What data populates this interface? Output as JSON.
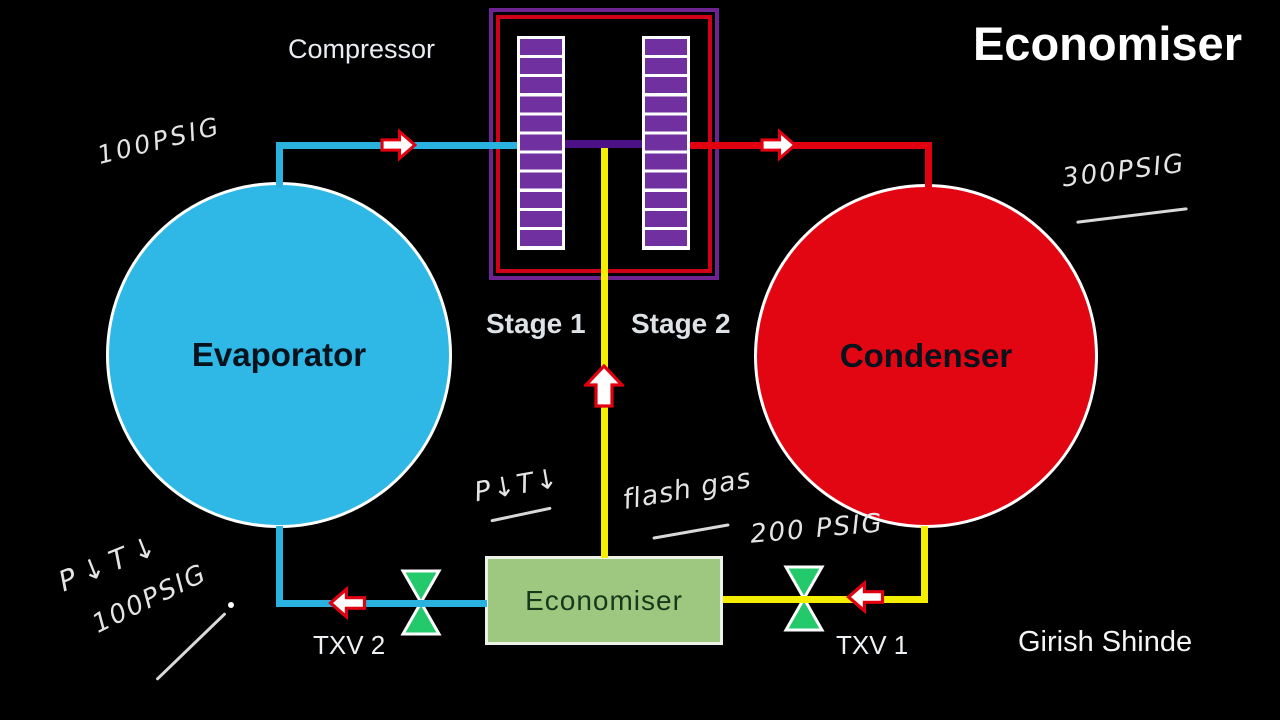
{
  "title": "Economiser",
  "labels": {
    "compressor": "Compressor",
    "stage_1": "Stage 1",
    "stage_2": "Stage 2",
    "evaporator": "Evaporator",
    "condenser": "Condenser",
    "economiser_box": "Economiser",
    "txv_1": "TXV 1",
    "txv_2": "TXV 2",
    "watermark": "Girish Shinde"
  },
  "annotations": {
    "suction_pressure_top": "100PSIG",
    "discharge_pressure": "300PSIG",
    "pt_drop_economiser": "P↓T↓",
    "flash_gas": "flash gas",
    "intermediate_pressure": "200 PSIG",
    "pt_drop_evaporator": "P↓T↓",
    "suction_pressure_bottom": "100PSIG"
  },
  "colors": {
    "background": "#000000",
    "evaporator_fill": "#2fb8e6",
    "condenser_fill": "#e20613",
    "suction_pipe": "#29b2e0",
    "discharge_pipe": "#e00010",
    "liquid_pipe": "#f6ee00",
    "interstage_pipe": "#4c1187",
    "compressor_stage_fill": "#7030a0",
    "economiser_fill": "#9ec87f",
    "valve_fill": "#23c96a",
    "compressor_border_outer": "#6d2391",
    "compressor_border_inner": "#cf0018",
    "arrow_fill": "#ffffff",
    "arrow_stroke": "#e00010"
  }
}
